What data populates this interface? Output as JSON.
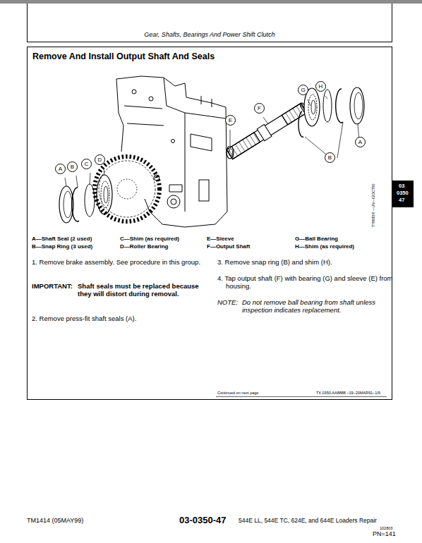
{
  "diagram": {
    "title": "Remove And Install Output Shaft And Seals",
    "labels": [
      "Gear, Shafts, Bearings And Power Shift Clutch",
      "G",
      "H",
      "E",
      "F",
      "A",
      "B",
      "A",
      "B",
      "C",
      "D",
      "T7968BR —UN—02OCT90",
      "03",
      "0350",
      "47",
      "A—Shaft Seal (2 used)",
      "B—Snap Ring (3 used)",
      "C—Shim (as required)",
      "D—Roller Bearing",
      "E—Sleeve",
      "F—Output Shaft",
      "G—Ball Bearing",
      "H—Shim (as required)",
      "1. Remove brake assembly. See procedure in this group.",
      "IMPORTANT:",
      "Shaft seals must be replaced because they will distort during removal.",
      "2. Remove press-fit shaft seals (A).",
      "3. Remove snap ring (B) and shim (H).",
      "4. Tap output shaft (F) with bearing (G) and sleeve (E) from housing.",
      "NOTE:",
      "Do not remove ball bearing from shaft unless inspection indicates replacement.",
      "Continued on next page",
      "TX,0350,AA8888 –19–20MAR91–1/9",
      "TM1414 (05MAY99)",
      "03-0350-47",
      "544E LL, 544E TC, 624E, and 644E Loaders Repair",
      "102803",
      "PN=141"
    ]
  }
}
